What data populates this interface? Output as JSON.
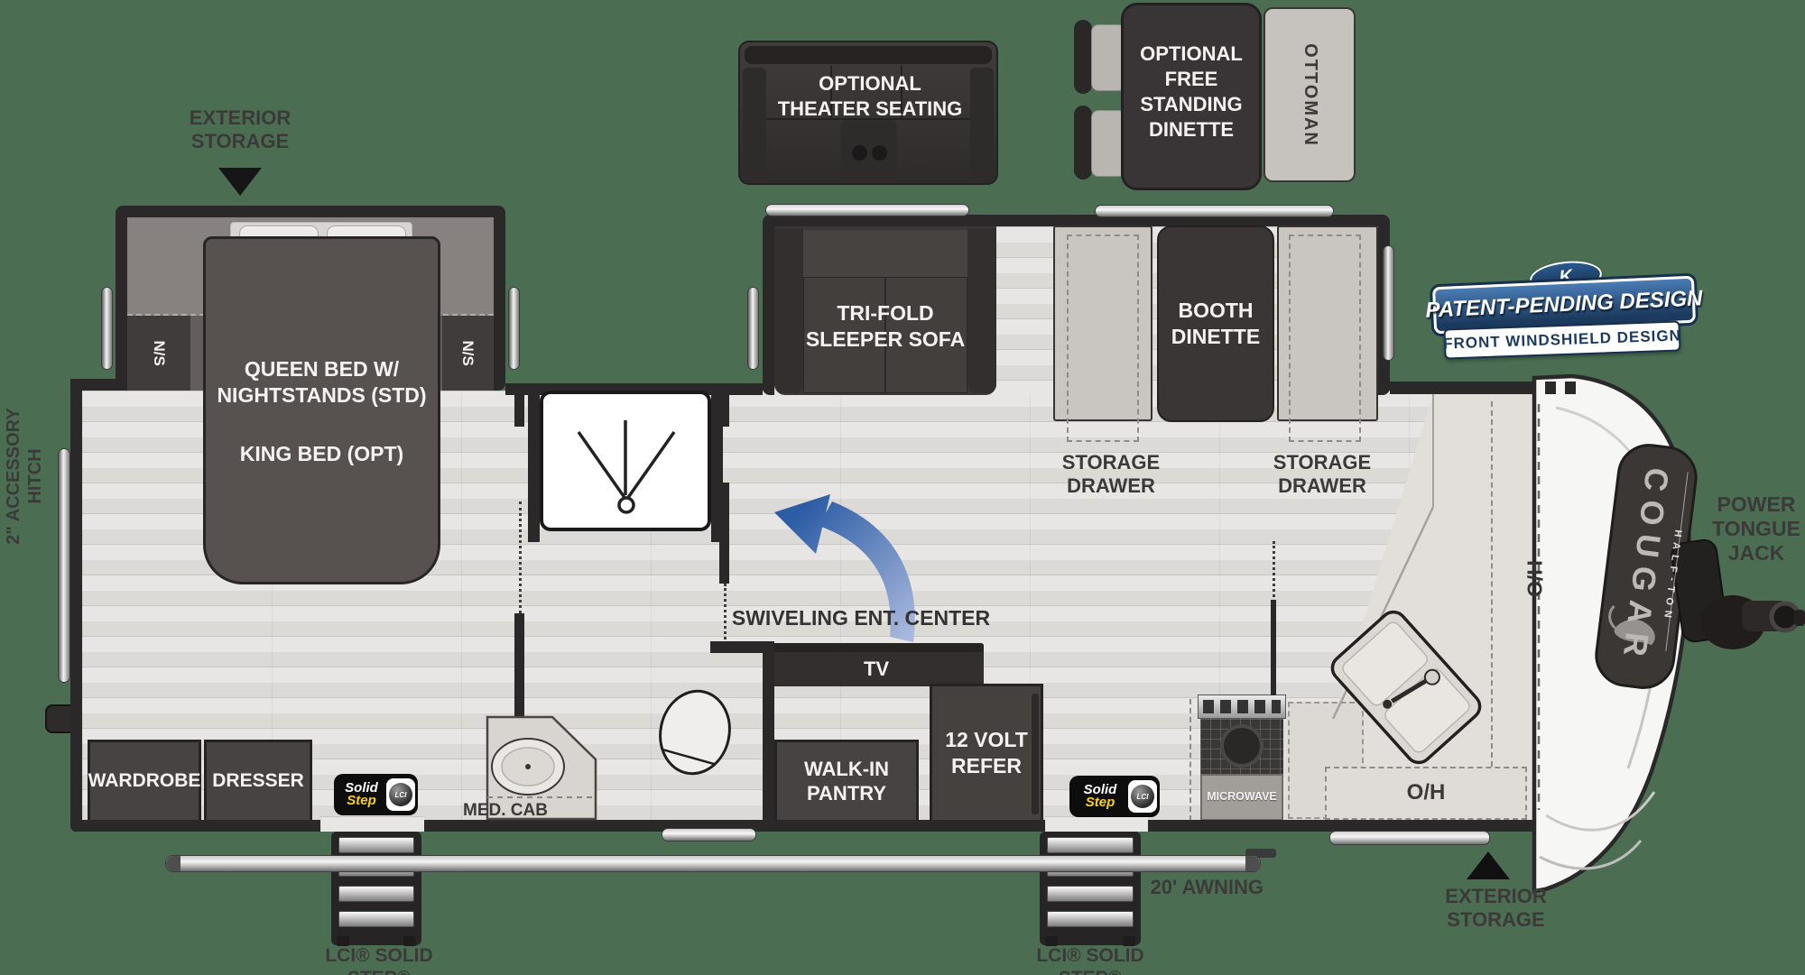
{
  "colors": {
    "background": "#4b6e53",
    "wall": "#2b2829",
    "badge_blue": "#1c3a5e",
    "step_yellow": "#f7d117"
  },
  "annotations": {
    "exterior_storage_top": {
      "line1": "EXTERIOR",
      "line2": "STORAGE"
    },
    "exterior_storage_front": {
      "line1": "EXTERIOR",
      "line2": "STORAGE"
    },
    "accessory_hitch": {
      "line1": "2\" ACCESSORY",
      "line2": "HITCH"
    },
    "power_tongue_jack": {
      "line1": "POWER",
      "line2": "TONGUE",
      "line3": "JACK"
    },
    "swiveling_ent_center": "SWIVELING ENT. CENTER",
    "awning": "20' AWNING",
    "solid_step_rear": "LCI® SOLID STEP®",
    "solid_step_main": "LCI® SOLID STEP®"
  },
  "badge": {
    "logo": "K",
    "patent": "PATENT-PENDING DESIGN",
    "windshield": "FRONT WINDSHIELD DESIGN"
  },
  "branding": {
    "model": "COUGAR",
    "series": "HALF-TON"
  },
  "bedroom": {
    "overhead": "O/H",
    "nightstand_left": "N/S",
    "nightstand_right": "N/S",
    "bed_line1": "QUEEN BED W/",
    "bed_line2": "NIGHTSTANDS (STD)",
    "bed_line3": "KING BED (OPT)",
    "wardrobe": "WARDROBE",
    "dresser": "DRESSER"
  },
  "bathroom": {
    "med_cab": "MED. CAB"
  },
  "living": {
    "theater_line1": "OPTIONAL",
    "theater_line2": "THEATER SEATING",
    "dinette_line1": "OPTIONAL",
    "dinette_line2": "FREE",
    "dinette_line3": "STANDING",
    "dinette_line4": "DINETTE",
    "ottoman": "OTTOMAN",
    "sofa_line1": "TRI-FOLD",
    "sofa_line2": "SLEEPER SOFA",
    "booth_line1": "BOOTH",
    "booth_line2": "DINETTE",
    "storage_left_line1": "STORAGE",
    "storage_left_line2": "DRAWER",
    "storage_right_line1": "STORAGE",
    "storage_right_line2": "DRAWER",
    "tv": "TV"
  },
  "kitchen": {
    "pantry_line1": "WALK-IN",
    "pantry_line2": "PANTRY",
    "refer_line1": "12 VOLT",
    "refer_line2": "REFER",
    "microwave": "MICROWAVE",
    "overhead": "O/H",
    "hutch": "H/O"
  },
  "solid_step_badge": {
    "word1": "Solid",
    "word2": "Step",
    "logo": "LCI"
  }
}
